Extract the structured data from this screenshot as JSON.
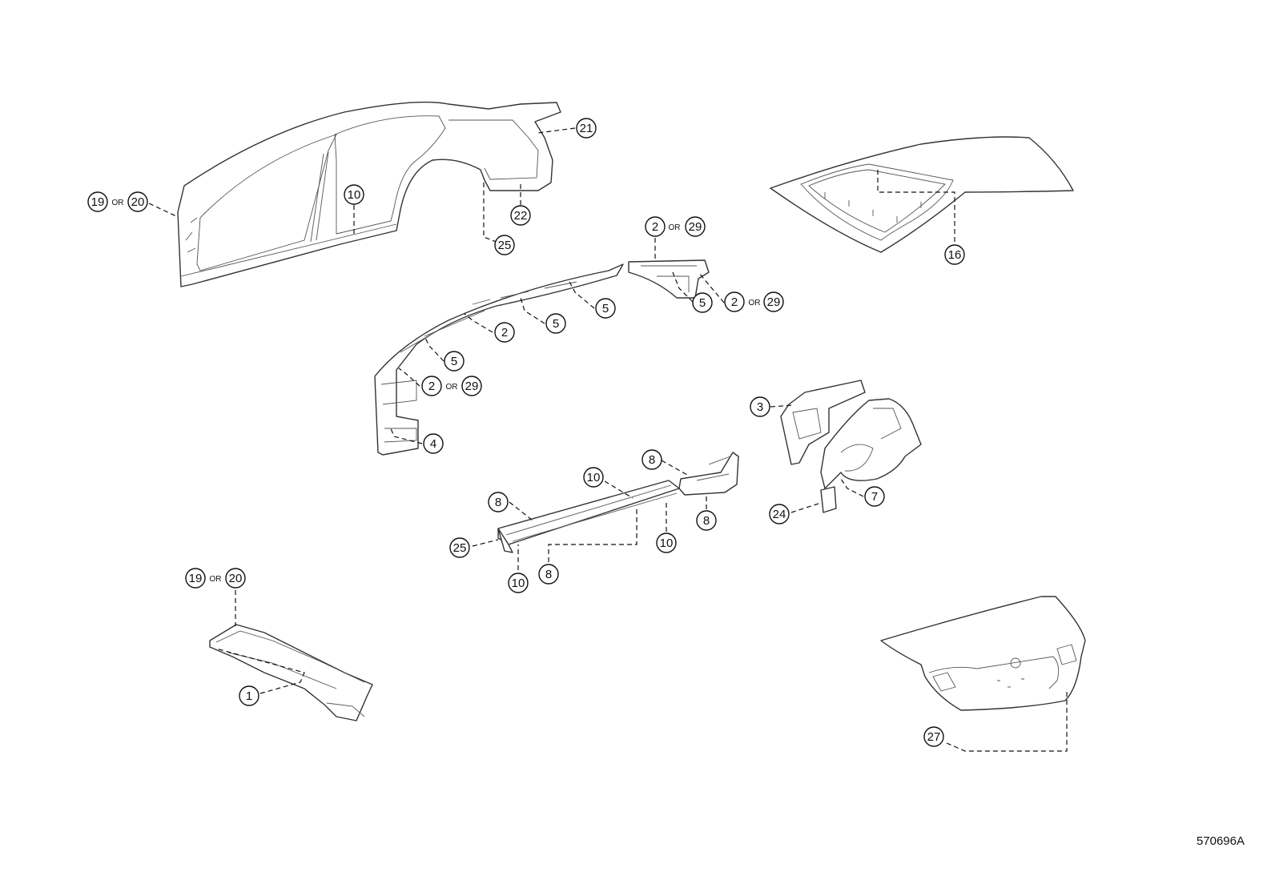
{
  "diagram_id": "570696A",
  "connector": "OR",
  "callouts": [
    "1",
    "2",
    "3",
    "4",
    "5",
    "7",
    "8",
    "10",
    "16",
    "19",
    "20",
    "21",
    "22",
    "24",
    "25",
    "27",
    "29"
  ]
}
